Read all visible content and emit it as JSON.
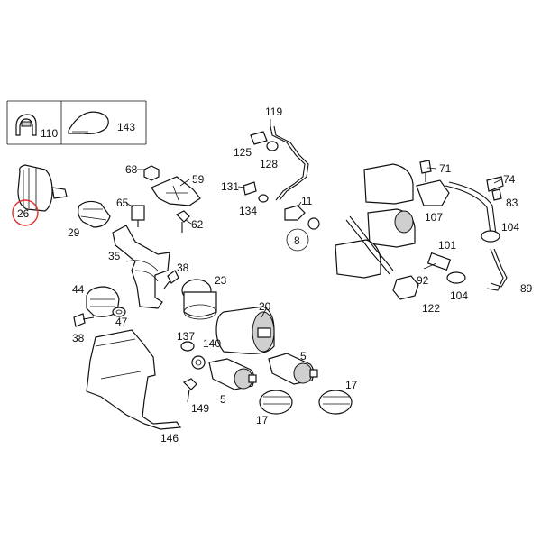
{
  "diagram": {
    "highlight_color": "#e03030",
    "inset_labels": {
      "clip_small": "110",
      "clip_strap": "143"
    },
    "labels": {
      "p26": "26",
      "p29": "29",
      "p35": "35",
      "p44": "44",
      "p38a": "38",
      "p47": "47",
      "p38b": "38",
      "p68": "68",
      "p59": "59",
      "p65": "65",
      "p62": "62",
      "p23": "23",
      "p20": "20",
      "p137": "137",
      "p140": "140",
      "p5a": "5",
      "p5b": "5",
      "p149": "149",
      "p17a": "17",
      "p17b": "17",
      "p146": "146",
      "p119": "119",
      "p125": "125",
      "p128": "128",
      "p131": "131",
      "p134": "134",
      "p11": "11",
      "p8": "8",
      "p71": "71",
      "p74": "74",
      "p83": "83",
      "p107": "107",
      "p104a": "104",
      "p101": "101",
      "p92": "92",
      "p104b": "104",
      "p122": "122",
      "p89": "89"
    }
  }
}
